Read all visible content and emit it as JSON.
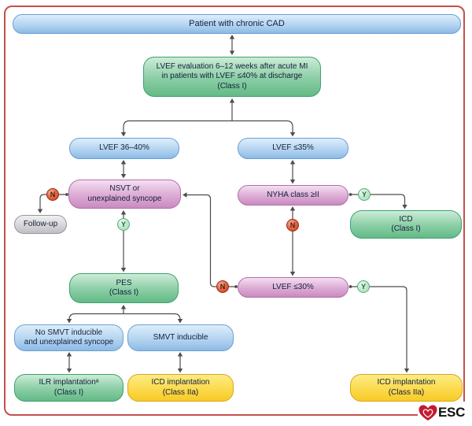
{
  "nodes": {
    "patient": "Patient with chronic CAD",
    "lvef_eval": "LVEF evaluation 6–12 weeks after acute MI\nin patients with LVEF ≤40% at discharge\n(Class I)",
    "lvef_36_40": "LVEF 36–40%",
    "lvef_le_35": "LVEF ≤35%",
    "nsvt_syncope": "NSVT or\nunexplained syncope",
    "follow_up": "Follow-up",
    "nyha": "NYHA class ≥II",
    "icd_class_i": "ICD\n(Class I)",
    "pes": "PES\n(Class I)",
    "lvef_le_30": "LVEF ≤30%",
    "no_smvt": "No SMVT inducible\nand unexplained syncope",
    "smvt": "SMVT inducible",
    "ilr": "ILR implantationᵃ\n(Class I)",
    "icd_iia_left": "ICD implantation\n(Class IIa)",
    "icd_iia_right": "ICD implantation\n(Class IIa)"
  },
  "badges": {
    "yes": "Y",
    "no": "N"
  },
  "edges": [
    {
      "from": "patient",
      "to": "lvef_eval"
    },
    {
      "from": "lvef_eval",
      "to": "lvef_36_40"
    },
    {
      "from": "lvef_eval",
      "to": "lvef_le_35"
    },
    {
      "from": "lvef_36_40",
      "to": "nsvt_syncope"
    },
    {
      "from": "nsvt_syncope",
      "to": "follow_up",
      "label": "N"
    },
    {
      "from": "nsvt_syncope",
      "to": "pes",
      "label": "Y"
    },
    {
      "from": "pes",
      "to": "no_smvt"
    },
    {
      "from": "pes",
      "to": "smvt"
    },
    {
      "from": "no_smvt",
      "to": "ilr"
    },
    {
      "from": "smvt",
      "to": "icd_iia_left"
    },
    {
      "from": "lvef_le_35",
      "to": "nyha"
    },
    {
      "from": "nyha",
      "to": "icd_class_i",
      "label": "Y"
    },
    {
      "from": "nyha",
      "to": "lvef_le_30",
      "label": "N"
    },
    {
      "from": "lvef_le_30",
      "to": "nsvt_syncope",
      "label": "N"
    },
    {
      "from": "lvef_le_30",
      "to": "icd_iia_right",
      "label": "Y"
    }
  ],
  "logo": {
    "text": "ESC"
  },
  "colors": {
    "frame_red": "#c4504c",
    "node_blue_border": "#699fd4",
    "node_green_border": "#3da16f",
    "node_pink_border": "#b36dab",
    "node_yellow_border": "#dba51a",
    "node_gray_border": "#97979c",
    "badge_yes": "#58ae78",
    "badge_no": "#c43d22",
    "connector": "#4d4d4d",
    "logo_heart_red": "#c51a30"
  }
}
